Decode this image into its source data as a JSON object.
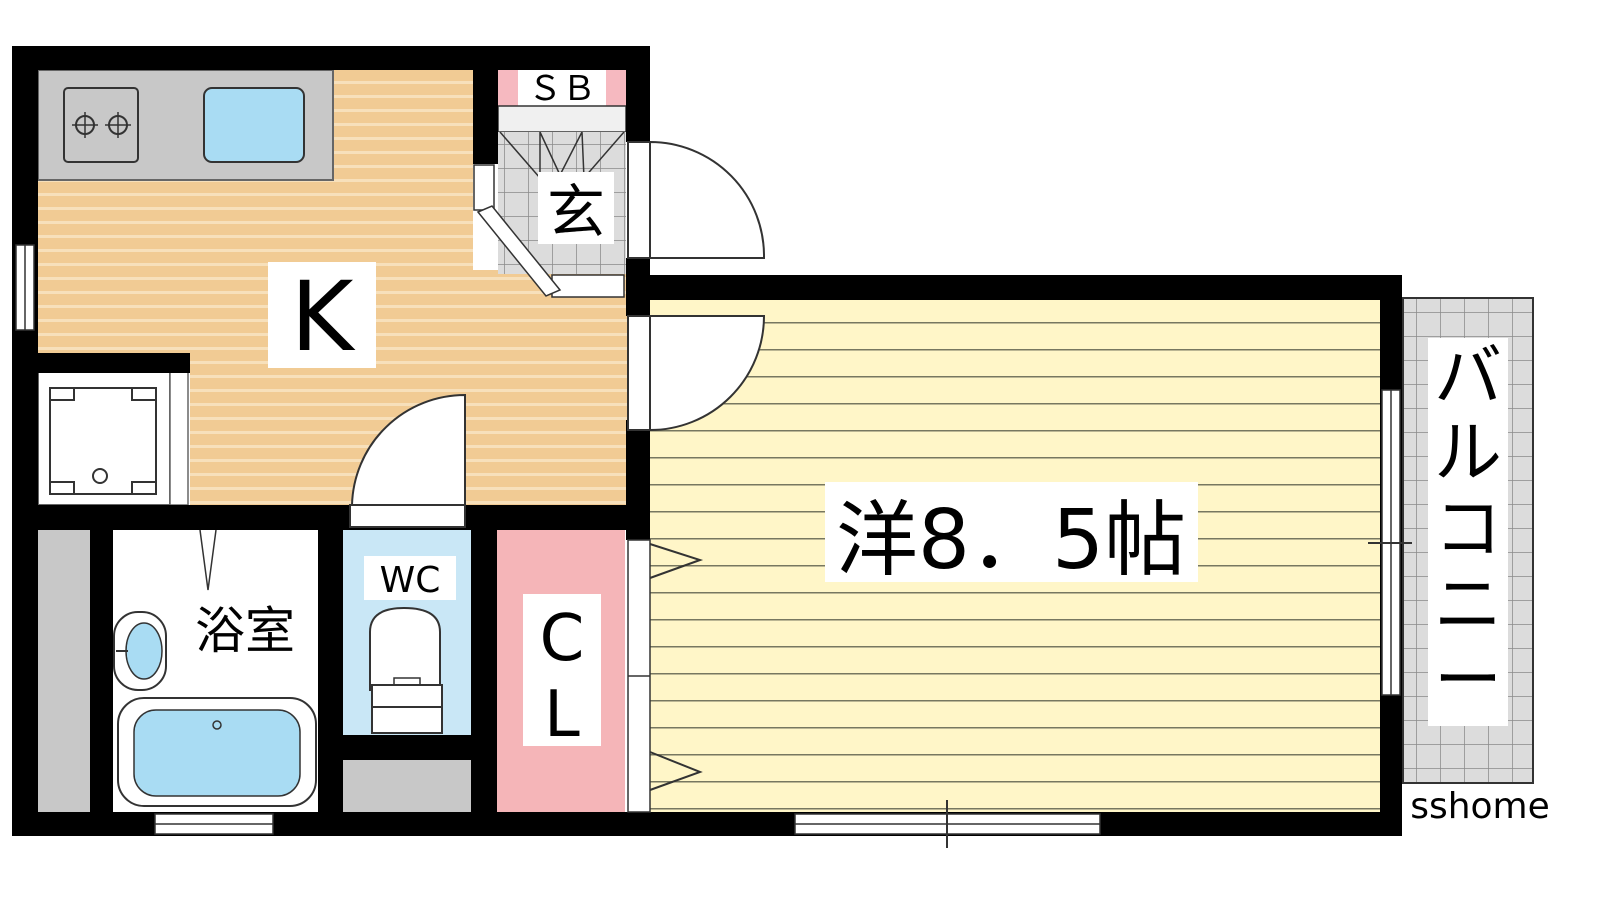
{
  "labels": {
    "kitchen": "K",
    "shoe_box": "ＳＢ",
    "entrance": "玄",
    "western_room": "洋8．5帖",
    "bathroom": "浴室",
    "toilet": "WC",
    "closet_c": "C",
    "closet_l": "L",
    "balcony": "バルコニー",
    "watermark": "sshome"
  },
  "colors": {
    "wall": "#000000",
    "kitchen_floor": "#f1cb94",
    "kitchen_stripe": "#f6dcb2",
    "room_floor": "#fff6c8",
    "room_stripe": "#8a8a6a",
    "closet": "#f5b5b8",
    "toilet": "#c9e7f6",
    "bath_fixture": "#a9dcf3",
    "counter": "#c8c8c8",
    "tile": "#d8d8d8",
    "shoe_box": "#f6b9c0"
  },
  "icons": [
    "stove-icon",
    "sink-icon",
    "washing-machine-icon",
    "toilet-icon",
    "bathtub-icon",
    "washbasin-icon"
  ]
}
